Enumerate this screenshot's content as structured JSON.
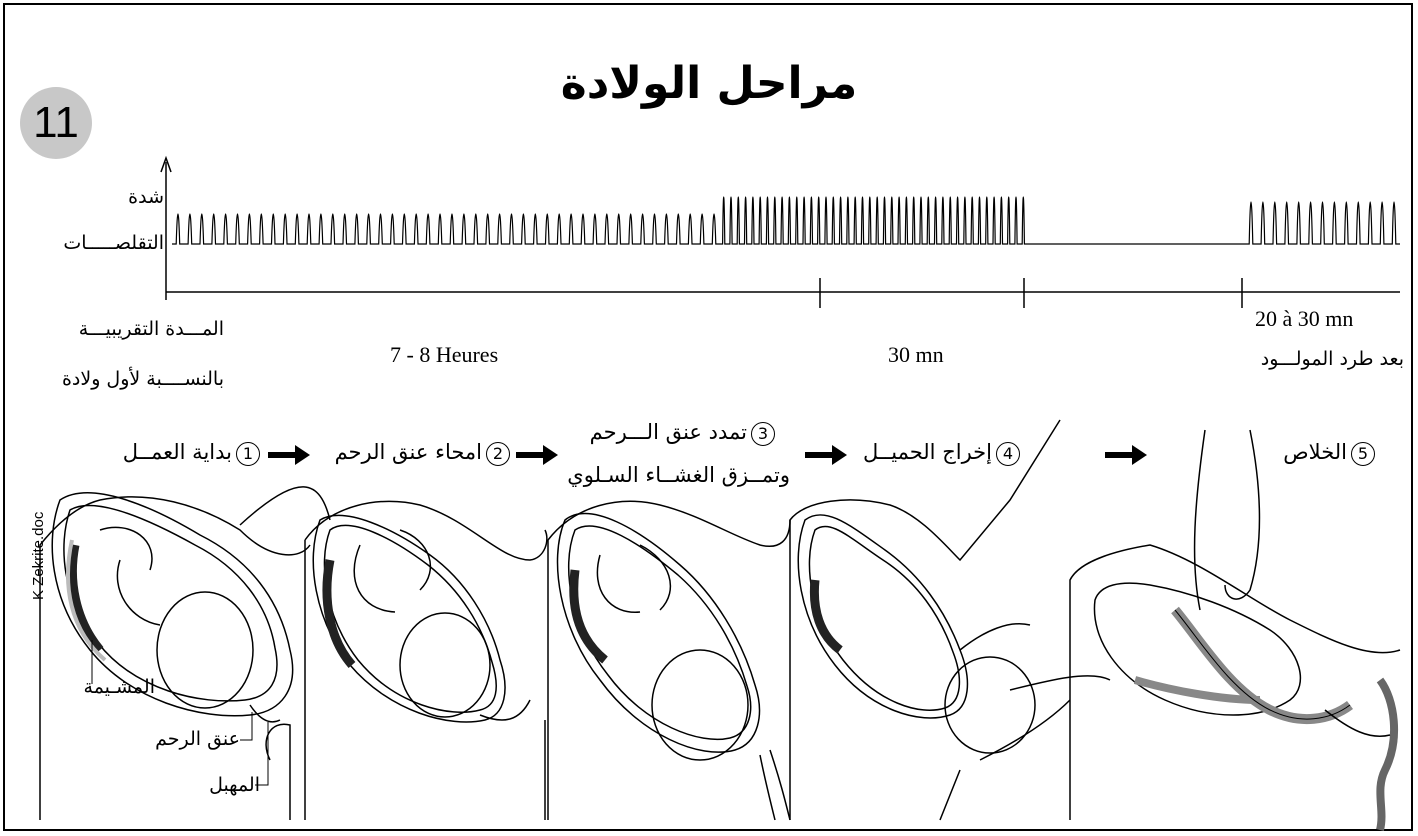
{
  "badge": "11",
  "title": "مراحل  الولادة",
  "y_axis_label": [
    "شدة",
    "التقلصـــــات"
  ],
  "duration_caption": [
    "المـــدة التقريبيـــة",
    "بالنســــبة لأول ولادة"
  ],
  "durations": [
    {
      "label": "7 - 8 Heures"
    },
    {
      "label": "30 mn"
    },
    {
      "label": "20 à 30 mn",
      "note": "بعد طرد المولـــود"
    }
  ],
  "stages": [
    {
      "num": "1",
      "text": [
        "بداية العمــل"
      ]
    },
    {
      "num": "2",
      "text": [
        "امحاء  عنق  الرحم"
      ]
    },
    {
      "num": "3",
      "text": [
        "تمدد عنق الـــرحم",
        "وتمــزق الغشــاء السـلوي"
      ]
    },
    {
      "num": "4",
      "text": [
        "إخراج الحميــل"
      ]
    },
    {
      "num": "5",
      "text": [
        "الخلاص"
      ]
    }
  ],
  "annotations": [
    "المشـيمة",
    "عنق  الرحم",
    "المهبل"
  ],
  "watermark": "K Zekrite.doc",
  "colors": {
    "placenta_dark": "#222222",
    "membrane_gray": "#bbbbbb",
    "badge_gray": "#c8c8c8"
  }
}
